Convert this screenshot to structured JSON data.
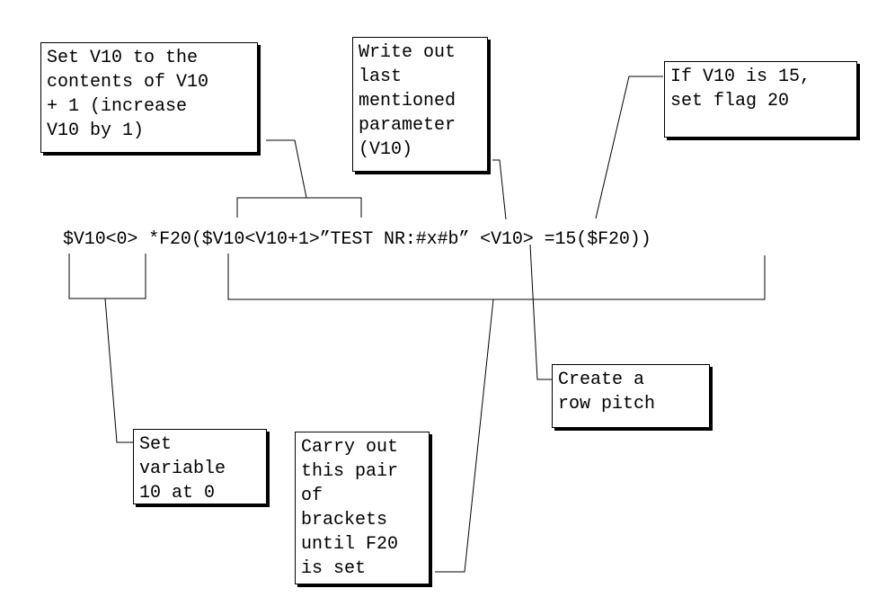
{
  "code_line": "$V10<0> *F20($V10<V10+1>”TEST NR:#x#b” <V10> =15($F20))",
  "callouts": {
    "increase_v10": "Set V10 to the\ncontents of V10\n+ 1 (increase\nV10 by 1)",
    "write_parameter": "Write out\nlast\nmentioned\nparameter\n(V10)",
    "set_flag": "If V10 is 15,\nset flag 20",
    "row_pitch": "Create a\nrow pitch",
    "set_variable": "Set\nvariable\n10 at 0",
    "carry_out": "Carry out\nthis pair\nof\nbrackets\nuntil F20\nis set"
  }
}
